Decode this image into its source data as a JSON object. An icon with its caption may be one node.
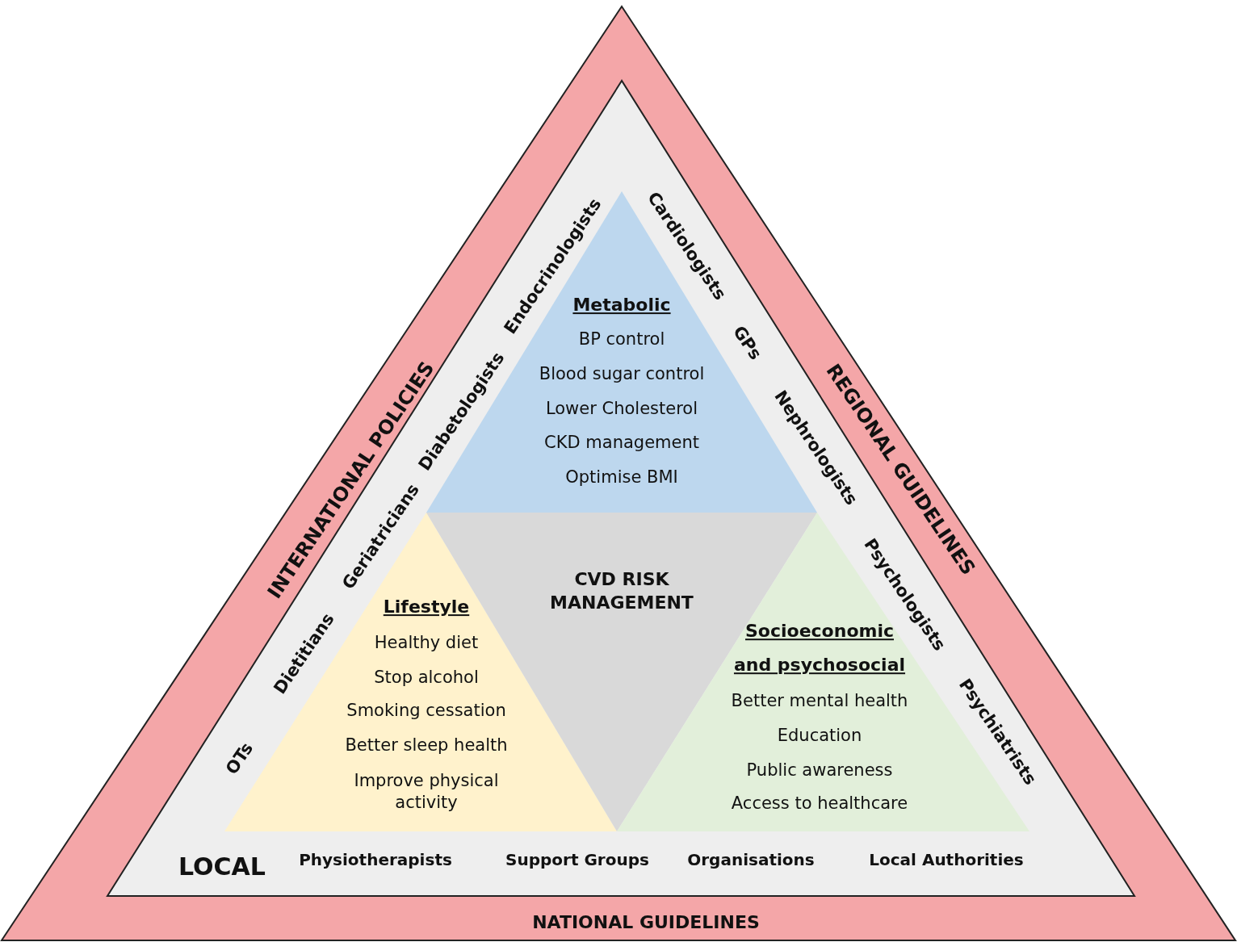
{
  "diagram": {
    "nodes": [
      {
        "text": [
          "INTERNATIONAL POLICIES",
          "REGIONAL GUIDELINES",
          "NATIONAL GUIDELINES"
        ]
      },
      {
        "text": [
          "Endocrinologists",
          "Diabetologists",
          "Geriatricians",
          "Dietitians",
          "OTs",
          "Cardiologists",
          "GPs",
          "Nephrologists",
          "Psychologists",
          "Psychiatrists",
          "LOCAL",
          "Physiotherapists",
          "Support Groups",
          "Organisations",
          "Local Authorities"
        ],
        "in": 0
      },
      {
        "text": [
          "Metabolic",
          "BP control",
          "Blood sugar control",
          "Lower Cholesterol",
          "CKD management",
          "Optimise BMI"
        ],
        "in": 1
      },
      {
        "text": [
          "Lifestyle",
          "Healthy diet",
          "Stop alcohol",
          "Smoking cessation",
          "Better sleep health",
          "Improve physical activity"
        ],
        "in": 1
      },
      {
        "text": [
          "CVD RISK MANAGEMENT"
        ],
        "in": 1
      },
      {
        "text": [
          "Socioeconomic and psychosocial",
          "Better mental health",
          "Education",
          "Public awareness",
          "Access to healthcare"
        ],
        "in": 1
      }
    ],
    "edges": []
  }
}
